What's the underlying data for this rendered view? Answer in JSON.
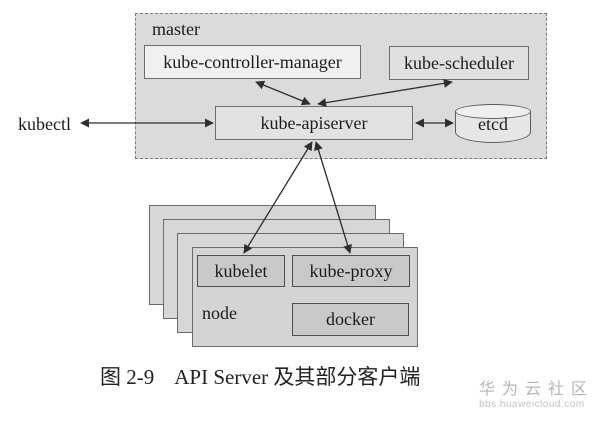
{
  "diagram": {
    "kubectl_label": "kubectl",
    "master": {
      "label": "master",
      "controller_manager": "kube-controller-manager",
      "scheduler": "kube-scheduler",
      "apiserver": "kube-apiserver",
      "etcd": "etcd"
    },
    "node": {
      "label": "node",
      "kubelet": "kubelet",
      "kube_proxy": "kube-proxy",
      "docker": "docker"
    },
    "edges": [
      {
        "from": "kubectl",
        "to": "kube-apiserver",
        "bidirectional": true
      },
      {
        "from": "kube-controller-manager",
        "to": "kube-apiserver",
        "bidirectional": true
      },
      {
        "from": "kube-scheduler",
        "to": "kube-apiserver",
        "bidirectional": true
      },
      {
        "from": "kube-apiserver",
        "to": "etcd",
        "bidirectional": true
      },
      {
        "from": "kube-apiserver",
        "to": "kubelet",
        "bidirectional": true
      },
      {
        "from": "kube-apiserver",
        "to": "kube-proxy",
        "bidirectional": true
      }
    ]
  },
  "caption": {
    "figure_no": "图 2-9",
    "title": "API Server 及其部分客户端"
  },
  "watermark": {
    "title": "华为云社区",
    "url": "bbs.huaweicloud.com"
  },
  "colors": {
    "master_bg": "#dbdbdb",
    "light_box_bg": "#f0f0f0",
    "mid_box_bg": "#e2e2e2",
    "node_bg": "#d4d4d4",
    "inner_box_bg": "#c9c9c9",
    "arrow": "#2e2e2e",
    "watermark_gray": "#b3b7ba"
  }
}
